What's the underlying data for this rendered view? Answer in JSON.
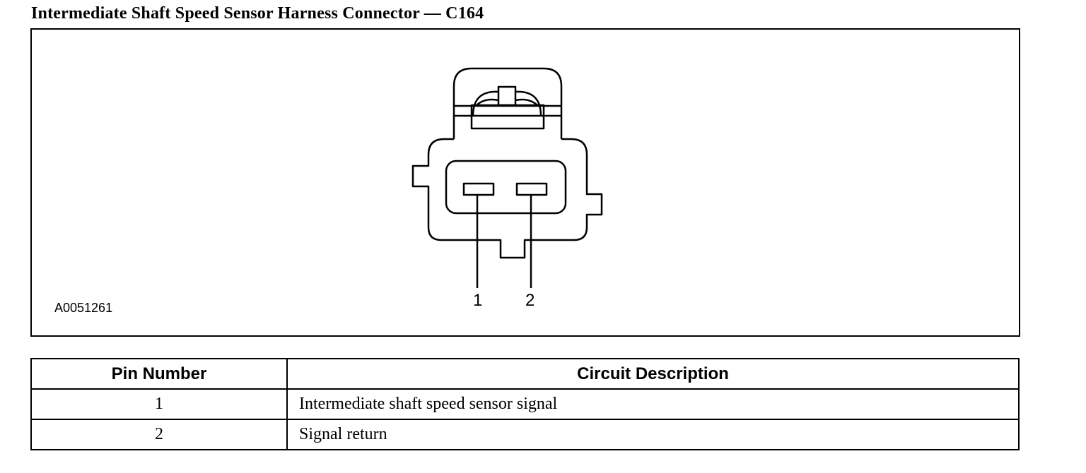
{
  "title": "Intermediate Shaft Speed Sensor Harness Connector — C164",
  "figure": {
    "id": "A0051261",
    "pin_labels": [
      "1",
      "2"
    ]
  },
  "table": {
    "headers": [
      "Pin Number",
      "Circuit Description"
    ],
    "rows": [
      {
        "pin": "1",
        "description": "Intermediate shaft speed sensor signal"
      },
      {
        "pin": "2",
        "description": "Signal return"
      }
    ]
  }
}
